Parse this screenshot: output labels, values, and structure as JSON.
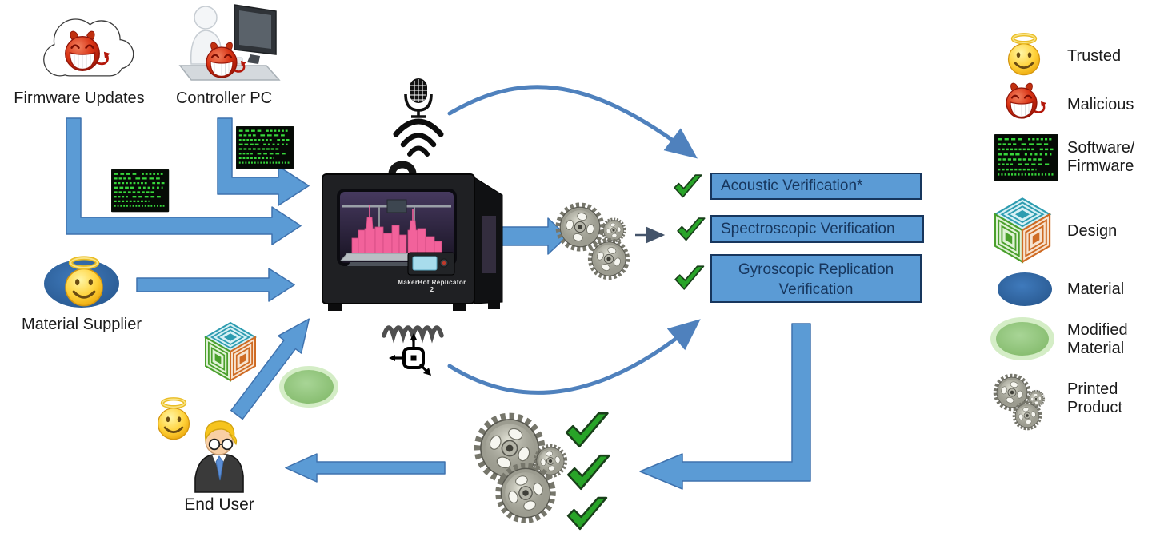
{
  "nodes": {
    "firmware_updates": "Firmware Updates",
    "controller_pc": "Controller PC",
    "material_supplier": "Material Supplier",
    "end_user": "End User"
  },
  "printer": {
    "brand": "MakerBot Replicator 2"
  },
  "verification": {
    "boxes": [
      {
        "label": "Acoustic Verification*"
      },
      {
        "label": "Spectroscopic Verification"
      },
      {
        "label": "Gyroscopic Replication Verification"
      }
    ]
  },
  "legend": {
    "items": [
      {
        "icon": "angel-icon",
        "label": "Trusted"
      },
      {
        "icon": "devil-icon",
        "label": "Malicious"
      },
      {
        "icon": "code-screen-icon",
        "label": "Software/\nFirmware"
      },
      {
        "icon": "design-cube-icon",
        "label": "Design"
      },
      {
        "icon": "material-oval-icon",
        "label": "Material"
      },
      {
        "icon": "modified-material-icon",
        "label": "Modified\nMaterial"
      },
      {
        "icon": "printed-product-icon",
        "label": "Printed\nProduct"
      }
    ]
  },
  "colors": {
    "arrow_blue": "#5b9bd5",
    "curve_blue": "#4f81bd",
    "box_fill": "#5b9bd5",
    "box_border": "#17365d",
    "box_text": "#17365d",
    "check_green": "#28a428",
    "code_green": "#37d63b"
  }
}
